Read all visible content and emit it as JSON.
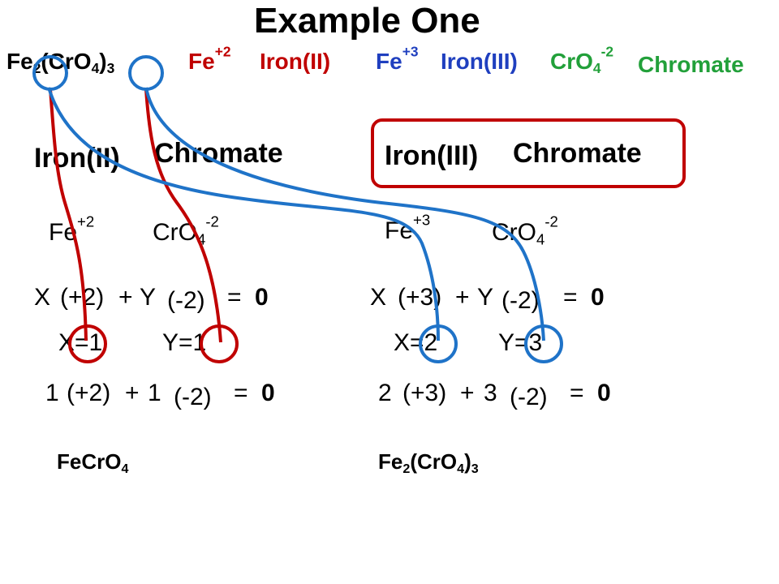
{
  "title": "Example One",
  "header": {
    "formula": {
      "p1": "Fe",
      "s1": "2",
      "p2": "(CrO",
      "s2": "4",
      "p3": ")",
      "s3": "3"
    },
    "fe2": {
      "sym": "Fe",
      "charge": "+2",
      "name": "Iron(II)"
    },
    "fe3": {
      "sym": "Fe",
      "charge": "+3",
      "name": "Iron(III)"
    },
    "cro4": {
      "sym": "CrO",
      "sub": "4",
      "charge": "-2",
      "name": "Chromate"
    }
  },
  "left": {
    "name1": "Iron(II)",
    "name2": "Chromate",
    "cation": {
      "sym": "Fe",
      "charge": "+2"
    },
    "anion": {
      "sym": "CrO",
      "sub": "4",
      "charge": "-2"
    },
    "eq1": {
      "x": "X",
      "xval": "(+2)",
      "plus": "+",
      "y": "Y",
      "yval": "(-2)",
      "eq": "=",
      "zero": "0"
    },
    "sol": {
      "x": "X=1",
      "y": "Y=1"
    },
    "eq2": {
      "x": "1",
      "xval": "(+2)",
      "plus": "+",
      "y": "1",
      "yval": "(-2)",
      "eq": "=",
      "zero": "0"
    },
    "result": {
      "p1": "FeCrO",
      "s1": "4"
    }
  },
  "right": {
    "name1": "Iron(III)",
    "name2": "Chromate",
    "cation": {
      "sym": "Fe",
      "charge": "+3"
    },
    "anion": {
      "sym": "CrO",
      "sub": "4",
      "charge": "-2"
    },
    "eq1": {
      "x": "X",
      "xval": "(+3)",
      "plus": "+",
      "y": "Y",
      "yval": "(-2)",
      "eq": "=",
      "zero": "0"
    },
    "sol": {
      "x": "X=2",
      "y": "Y=3"
    },
    "eq2": {
      "x": "2",
      "xval": "(+3)",
      "plus": "+",
      "y": "3",
      "yval": "(-2)",
      "eq": "=",
      "zero": "0"
    },
    "result": {
      "p1": "Fe",
      "s1": "2",
      "p2": "(CrO",
      "s2": "4",
      "p3": ")",
      "s3": "3"
    }
  },
  "colors": {
    "red": "#c00000",
    "blue": "#1f3fbf",
    "green": "#22a03a"
  }
}
